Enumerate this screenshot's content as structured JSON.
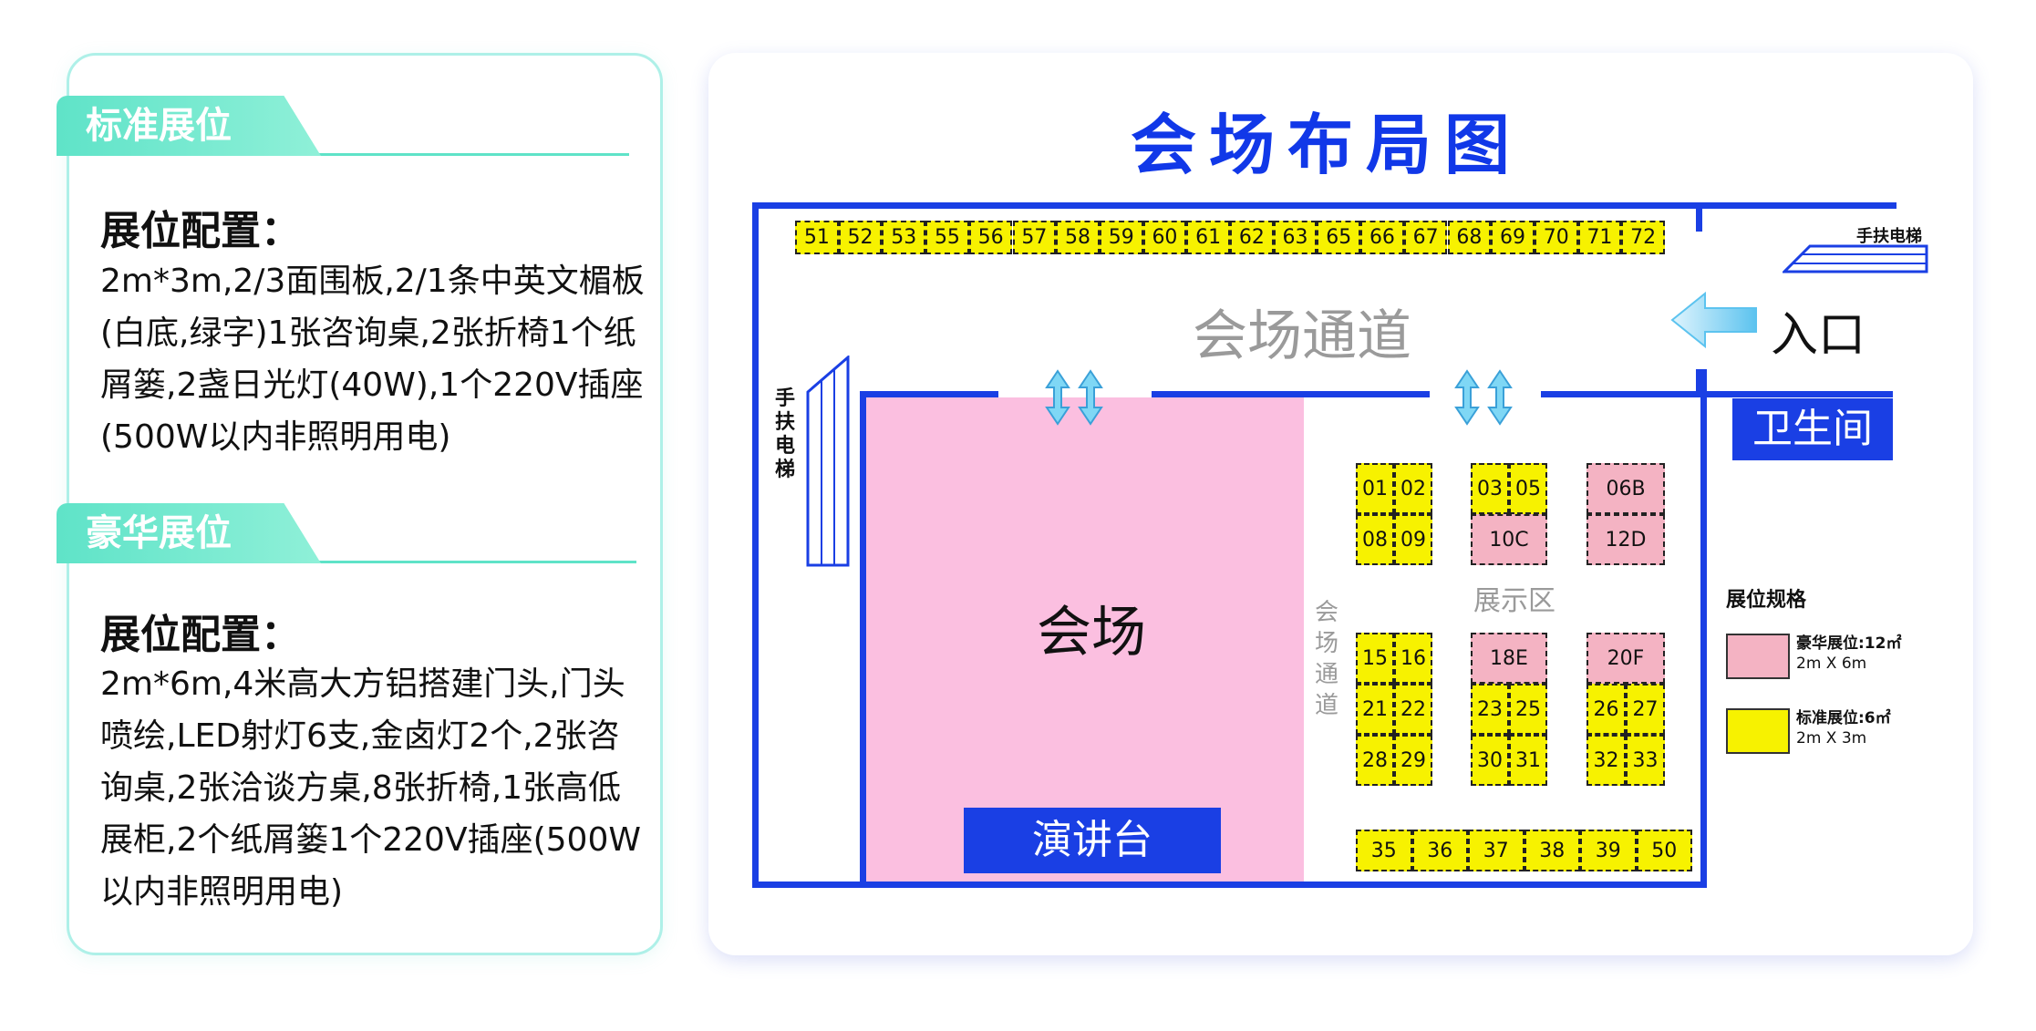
{
  "standard": {
    "tag": "标准展位",
    "config_title": "展位配置：",
    "config_text": "2m*3m,2/3面围板,2/1条中英文楣板(白底,绿字)1张咨询桌,2张折椅1个纸屑篓,2盏日光灯(40W),1个220V插座(500W以内非照明用电)"
  },
  "deluxe": {
    "tag": "豪华展位",
    "config_title": "展位配置：",
    "config_text": "2m*6m,4米高大方铝搭建门头,门头喷绘,LED射灯6支,金卤灯2个,2张咨询桌,2张洽谈方桌,8张折椅,1张高低展柜,2个纸屑篓1个220V插座(500W以内非照明用电)"
  },
  "map": {
    "title": "会场布局图",
    "corridor_label": "会场通道",
    "entrance_label": "入口",
    "escalator_top_label": "手扶电梯",
    "escalator_left_label": "手扶电梯",
    "restroom_label": "卫生间",
    "venue_label": "会场",
    "stage_label": "演讲台",
    "inner_corridor_label": "会场通道",
    "exhibit_label": "展示区",
    "top_row": [
      "51",
      "52",
      "53",
      "55",
      "56",
      "57",
      "58",
      "59",
      "60",
      "61",
      "62",
      "63",
      "65",
      "66",
      "67",
      "68",
      "69",
      "70",
      "71",
      "72"
    ],
    "bottom_row": [
      "35",
      "36",
      "37",
      "38",
      "39",
      "50"
    ],
    "block_a": [
      "01",
      "02",
      "08",
      "09"
    ],
    "block_b_top": [
      "03",
      "05"
    ],
    "block_b_deluxe": "10C",
    "block_c": [
      "06B",
      "12D"
    ],
    "block_d": [
      "15",
      "16",
      "21",
      "22",
      "28",
      "29"
    ],
    "block_e_deluxe": "18E",
    "block_e": [
      "23",
      "25",
      "30",
      "31"
    ],
    "block_f_deluxe": "20F",
    "block_f": [
      "26",
      "27",
      "32",
      "33"
    ]
  },
  "legend": {
    "title": "展位规格",
    "deluxe_name": "豪华展位:12㎡",
    "deluxe_size": "2m X 6m",
    "standard_name": "标准展位:6㎡",
    "standard_size": "2m X 3m"
  },
  "colors": {
    "wall": "#1a3fe4",
    "standard_booth": "#f7f200",
    "deluxe_booth": "#f4b3c3",
    "venue": "#fbbfe0",
    "accent_teal": "#5fe3c8"
  }
}
